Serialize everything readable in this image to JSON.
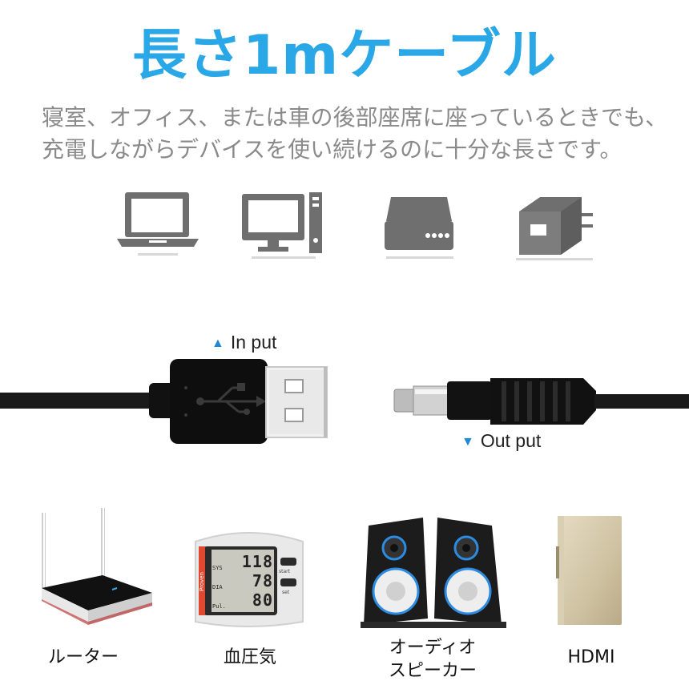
{
  "title": "長さ1mケーブル",
  "description": {
    "line1": "寝室、オフィス、または車の後部座席に座っているときでも、",
    "line2": "充電しながらデバイスを使い続けるのに十分な長さです。"
  },
  "device_icons": [
    "laptop-icon",
    "desktop-pc-icon",
    "power-bank-icon",
    "ac-adapter-icon"
  ],
  "cable": {
    "input_label": "In put",
    "output_label": "Out put"
  },
  "products": [
    {
      "label": "ルーター"
    },
    {
      "label": "血圧気",
      "screen": {
        "brand": "Proven",
        "sys": "118",
        "dia": "78",
        "pul": "80",
        "sys_label": "SYS",
        "dia_label": "DIA",
        "pul_label": "Pul.",
        "start": "start",
        "set": "set"
      }
    },
    {
      "label_line1": "オーディオ",
      "label_line2": "スピーカー"
    },
    {
      "label": "HDMI"
    }
  ],
  "colors": {
    "title": "#2aa7e6",
    "text_gray": "#8a8a8a",
    "icon_gray": "#6f6f6f",
    "arrow_blue": "#1e88d6"
  }
}
